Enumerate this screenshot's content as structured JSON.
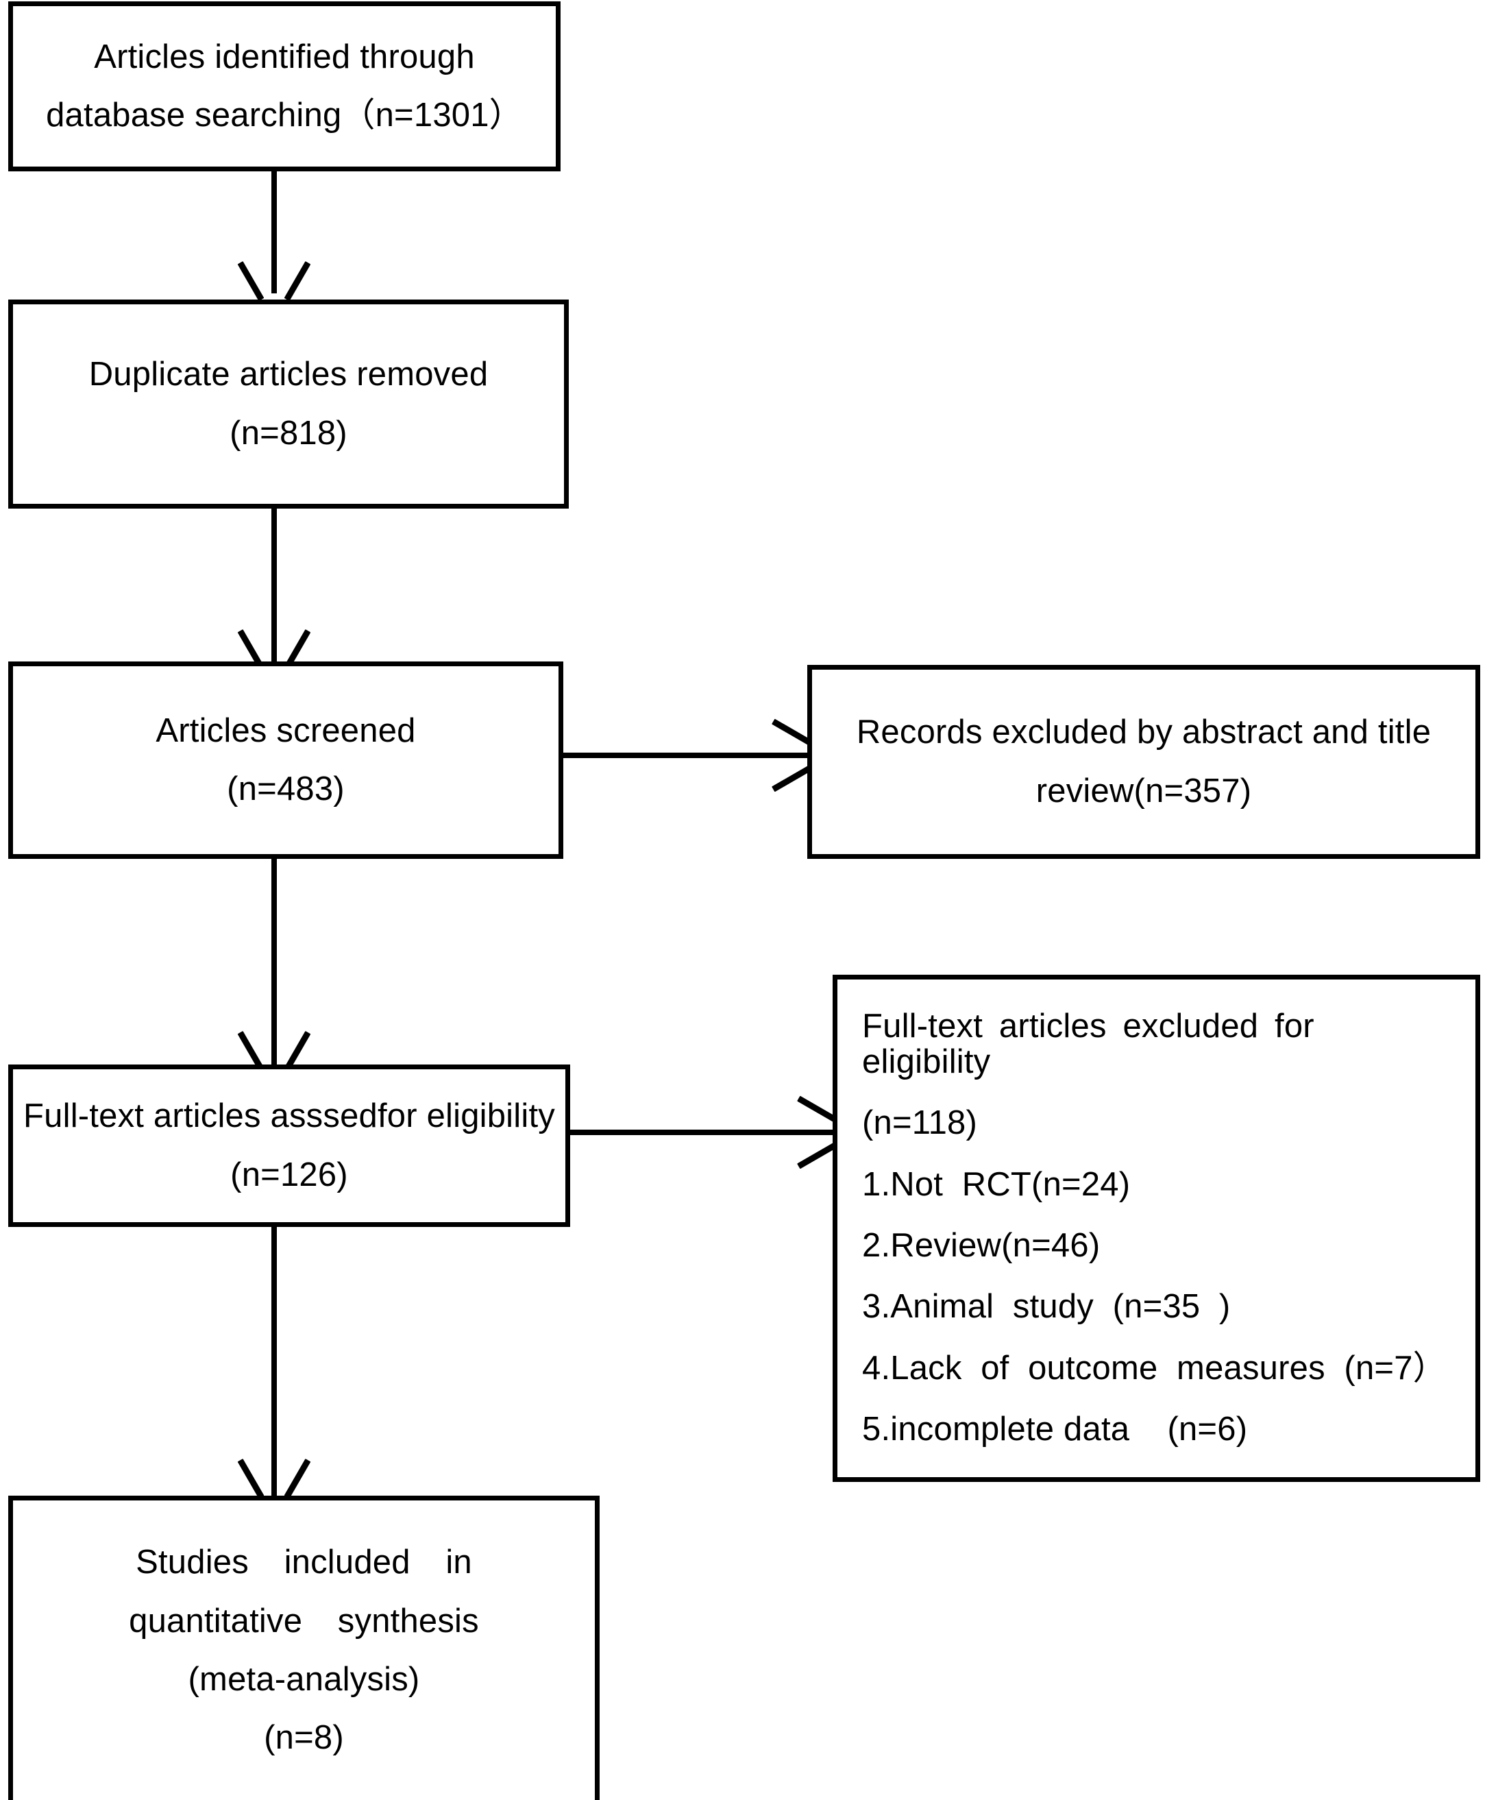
{
  "diagram": {
    "type": "prisma-flow-diagram",
    "title": "PRISMA study selection flow diagram",
    "stroke_color": "#000000",
    "background_color": "#ffffff",
    "boxes": [
      {
        "id": "identification",
        "lines": [
          "Articles identified through",
          "database searching（n=1301）"
        ],
        "count": 1301,
        "align": "center"
      },
      {
        "id": "duplicates-removed",
        "lines": [
          "Duplicate articles removed",
          "(n=818)"
        ],
        "count": 818,
        "align": "center"
      },
      {
        "id": "screened",
        "lines": [
          "Articles screened",
          "(n=483)"
        ],
        "count": 483,
        "align": "center"
      },
      {
        "id": "records-excluded",
        "lines": [
          "Records excluded by abstract and title",
          "review(n=357)"
        ],
        "count": 357,
        "align": "center"
      },
      {
        "id": "fulltext-assessed",
        "lines": [
          "Full-text articles asssedfor eligibility",
          "(n=126)"
        ],
        "count": 126,
        "align": "center"
      },
      {
        "id": "fulltext-excluded",
        "lines": [
          "Full-text articles excluded for eligibility",
          "(n=118)",
          "1.Not  RCT(n=24)",
          "2.Review(n=46)",
          "3.Animal  study  (n=35  )",
          "4.Lack  of  outcome  measures  (n=7）",
          "5.incomplete data    (n=6)"
        ],
        "count": 118,
        "align": "left",
        "reasons": [
          {
            "index": 1,
            "label": "Not  RCT",
            "count": 24
          },
          {
            "index": 2,
            "label": "Review",
            "count": 46
          },
          {
            "index": 3,
            "label": "Animal  study",
            "count": 35
          },
          {
            "index": 4,
            "label": "Lack  of  outcome  measures",
            "count": 7
          },
          {
            "index": 5,
            "label": "incomplete data",
            "count": 6
          }
        ]
      },
      {
        "id": "included",
        "lines": [
          "Studies  included  in",
          "quantitative  synthesis",
          "(meta-analysis)",
          "(n=8)"
        ],
        "count": 8,
        "align": "center"
      }
    ],
    "connectors": [
      {
        "id": "identification-to-duplicates",
        "direction": "down"
      },
      {
        "id": "duplicates-to-screened",
        "direction": "down"
      },
      {
        "id": "screened-to-fulltext",
        "direction": "down"
      },
      {
        "id": "screened-to-records-excluded",
        "direction": "right"
      },
      {
        "id": "fulltext-to-fulltext-excluded",
        "direction": "right"
      },
      {
        "id": "fulltext-to-included",
        "direction": "down"
      }
    ]
  }
}
